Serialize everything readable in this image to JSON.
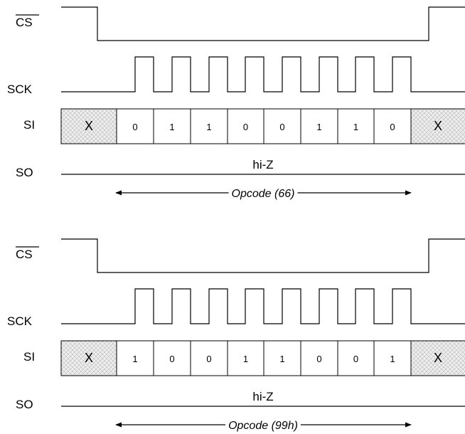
{
  "signals": {
    "cs": "CS",
    "sck": "SCK",
    "si": "SI",
    "so": "SO"
  },
  "colors": {
    "line": "#000000",
    "hatch_fill": "#eeeeee",
    "hatch_line": "#b8b8b8"
  },
  "diagrams": [
    {
      "si_cells": [
        "X",
        "0",
        "1",
        "1",
        "0",
        "0",
        "1",
        "1",
        "0",
        "X"
      ],
      "so_state": "hi-Z",
      "opcode_label": "Opcode (66)"
    },
    {
      "si_cells": [
        "X",
        "1",
        "0",
        "0",
        "1",
        "1",
        "0",
        "0",
        "1",
        "X"
      ],
      "so_state": "hi-Z",
      "opcode_label": "Opcode (99h)"
    }
  ]
}
